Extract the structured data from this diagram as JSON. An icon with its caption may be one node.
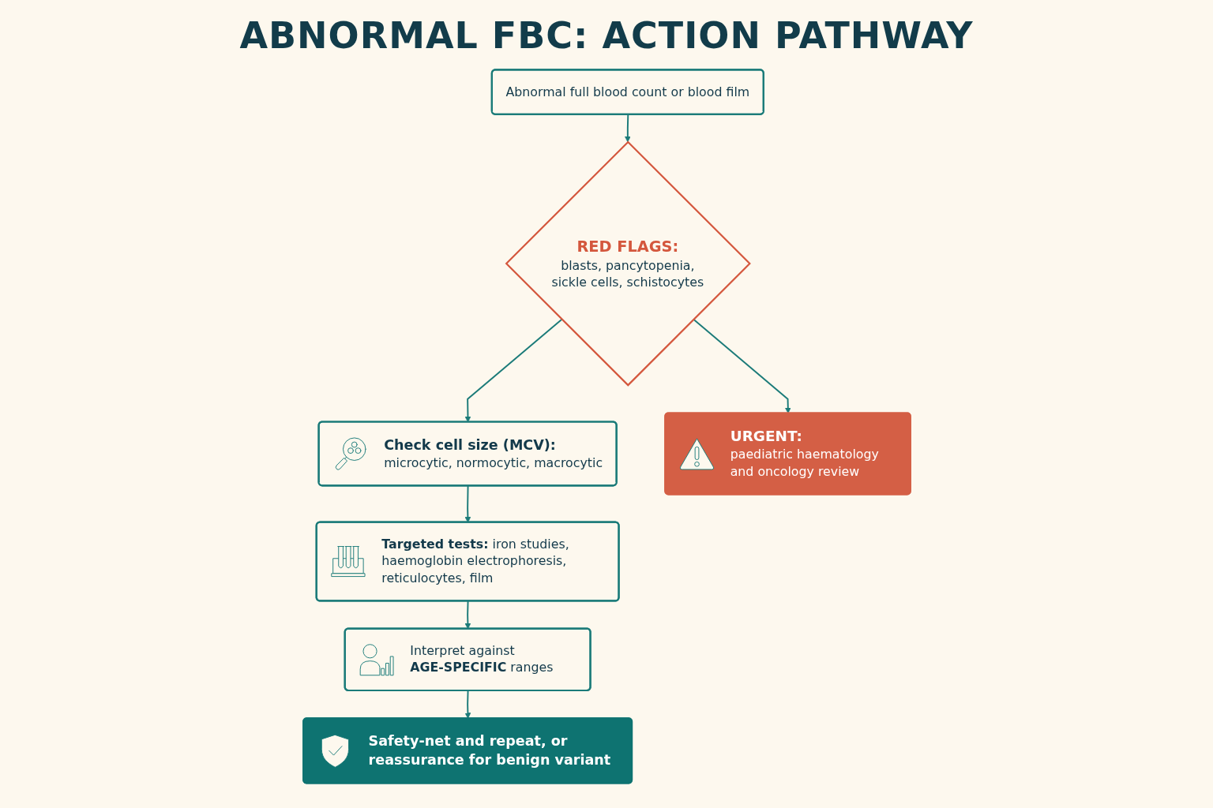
{
  "diagram": {
    "title": "ABNORMAL FBC: ACTION PATHWAY",
    "nodes": [
      {
        "text": [
          "Abnormal full blood count or blood film"
        ]
      },
      {
        "text": [
          "RED FLAGS:",
          "blasts, pancytopenia, sickle cells, schistocytes"
        ]
      },
      {
        "text": [
          "URGENT:",
          "paediatric haematology and oncology review"
        ]
      },
      {
        "text": [
          "Check cell size (MCV):",
          "microcytic, normocytic, macrocytic"
        ]
      },
      {
        "text": [
          "**Targeted tests:** iron studies, haemoglobin electrophoresis, reticulocytes, film"
        ]
      },
      {
        "text": [
          "Interpret against **AGE-SPECIFIC** ranges"
        ]
      },
      {
        "text": [
          "Safety-net and repeat, or reassurance for benign variant"
        ]
      }
    ],
    "edges": [
      {
        "from": 0,
        "to": 1,
        "arrow": "to"
      },
      {
        "from": 1,
        "to": 2,
        "arrow": "to"
      },
      {
        "from": 1,
        "to": 3,
        "arrow": "to"
      },
      {
        "from": 3,
        "to": 4,
        "arrow": "to"
      },
      {
        "from": 4,
        "to": 5,
        "arrow": "to"
      },
      {
        "from": 5,
        "to": 6,
        "arrow": "to"
      }
    ]
  }
}
